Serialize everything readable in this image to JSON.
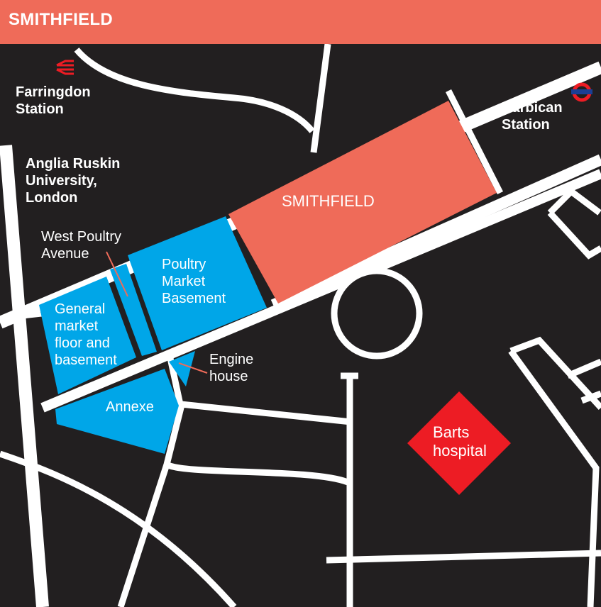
{
  "header": {
    "title": "SMITHFIELD"
  },
  "colors": {
    "header": "#ef6b59",
    "background": "#221f20",
    "road": "#ffffff",
    "smithfield_block": "#ef6b59",
    "market_blocks": "#00a6e8",
    "hospital": "#ed1c24",
    "leader_line": "#ef6b59"
  },
  "stations": {
    "farringdon": {
      "lines": [
        "Farringdon",
        "Station"
      ],
      "icon": "national-rail-icon"
    },
    "barbican": {
      "lines": [
        "Barbican",
        "Station"
      ],
      "icon": "london-underground-roundel-icon"
    }
  },
  "places": {
    "anglia_ruskin": {
      "lines": [
        "Anglia Ruskin",
        "University,",
        "London"
      ]
    },
    "smithfield": {
      "label": "SMITHFIELD"
    },
    "west_poultry_avenue": {
      "lines": [
        "West Poultry",
        "Avenue"
      ]
    },
    "poultry_market": {
      "lines": [
        "Poultry",
        "Market",
        "Basement"
      ]
    },
    "general_market": {
      "lines": [
        "General",
        "market",
        "floor and",
        "basement"
      ]
    },
    "engine_house": {
      "lines": [
        "Engine",
        "house"
      ]
    },
    "annexe": {
      "label": "Annexe"
    },
    "barts_hospital": {
      "lines": [
        "Barts",
        "hospital"
      ]
    }
  }
}
